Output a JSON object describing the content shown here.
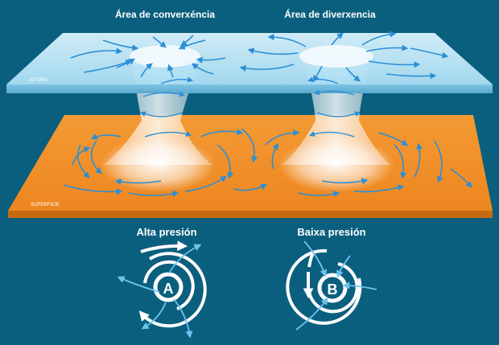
{
  "labels": {
    "convergence_area": "Área de converxéncia",
    "divergence_area": "Área de diverxencia",
    "upper_plane": "ALTURA",
    "surface_plane": "SUPERFICIE",
    "high_pressure": "Alta presión",
    "low_pressure": "Baixa presión",
    "high_symbol": "A",
    "low_symbol": "B"
  },
  "colors": {
    "background": "#0b5f7e",
    "upper_plane": "#bfe6f6",
    "surface_plane": "#f08a22",
    "arrows": "#2a8fd6",
    "white": "#ffffff",
    "light_arrow": "#6cc4ee"
  }
}
